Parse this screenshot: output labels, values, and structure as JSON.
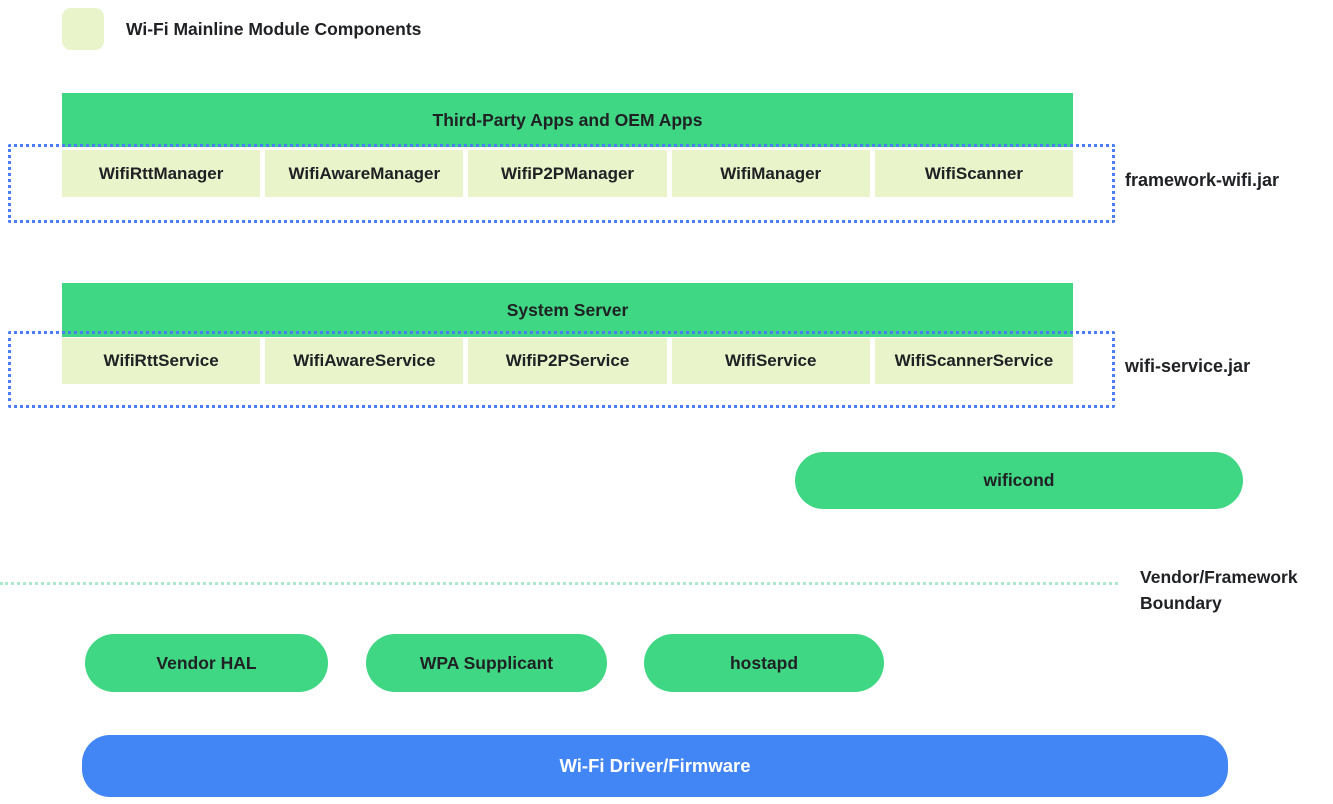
{
  "legend": {
    "label": "Wi-Fi Mainline Module Components"
  },
  "colors": {
    "accent_green": "#3fd783",
    "module_fill": "#eaf4cb",
    "driver_blue": "#4285f4",
    "jar_dotted_border": "#4a7ef2",
    "boundary_line": "#ace9cc"
  },
  "sections": [
    {
      "header": "Third-Party Apps and OEM Apps",
      "jar_label": "framework-wifi.jar",
      "modules": [
        "WifiRttManager",
        "WifiAwareManager",
        "WifiP2PManager",
        "WifiManager",
        "WifiScanner"
      ]
    },
    {
      "header": "System Server",
      "jar_label": "wifi-service.jar",
      "modules": [
        "WifiRttService",
        "WifiAwareService",
        "WifiP2PService",
        "WifiService",
        "WifiScannerService"
      ]
    }
  ],
  "wificond": {
    "label": "wificond"
  },
  "boundary": {
    "label": "Vendor/Framework Boundary"
  },
  "vendor_pills": [
    {
      "label": "Vendor HAL"
    },
    {
      "label": "WPA Supplicant"
    },
    {
      "label": "hostapd"
    }
  ],
  "driver_bar": {
    "label": "Wi-Fi Driver/Firmware"
  }
}
